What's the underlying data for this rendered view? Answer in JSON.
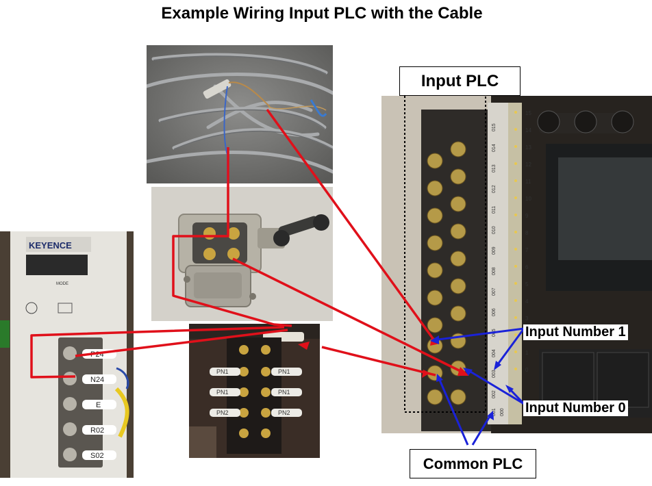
{
  "title": "Example Wiring Input PLC with the Cable",
  "labels": {
    "input_plc": "Input PLC",
    "input_number_1": "Input Number 1",
    "input_number_0": "Input Number 0",
    "common_plc": "Common PLC"
  },
  "power_supply": {
    "brand": "KEYENCE",
    "mode": "MODE",
    "terminals": [
      "P24",
      "N24",
      "E",
      "R02",
      "S02"
    ]
  },
  "terminal_block": {
    "tags": [
      "PN1",
      "PN1",
      "PN1",
      "PN1",
      "PN2",
      "PN2"
    ]
  },
  "plc_terminals": [
    "015",
    "014",
    "013",
    "012",
    "011",
    "010",
    "009",
    "008",
    "007",
    "006",
    "005",
    "004",
    "003",
    "002",
    "001",
    "000"
  ],
  "plc_leds": [
    "15",
    "14",
    "13",
    "12",
    "11",
    "10",
    "9",
    "8",
    "7",
    "6",
    "5",
    "4",
    "3",
    "2",
    "1",
    "0"
  ],
  "colors": {
    "wire_red": "#e0101a",
    "arrow_blue": "#1a22d8"
  }
}
